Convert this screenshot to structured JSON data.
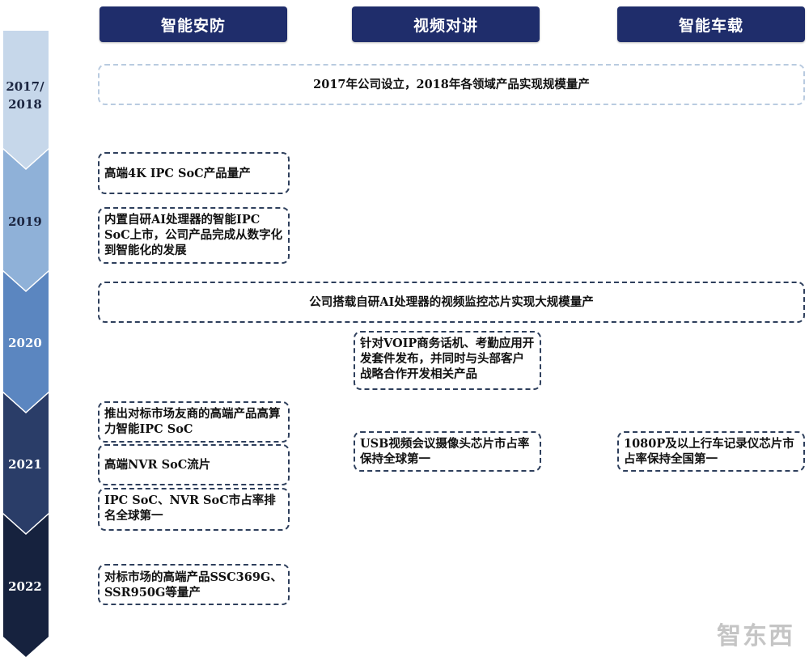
{
  "headers": {
    "col1": "智能安防",
    "col2": "视频对讲",
    "col3": "智能车载"
  },
  "years": {
    "y2017_a": "2017/",
    "y2017_b": "2018",
    "y2019": "2019",
    "y2020": "2020",
    "y2021": "2021",
    "y2022": "2022"
  },
  "milestones": {
    "m2017": "2017年公司设立，2018年各领域产品实现规模量产",
    "sec_4k": "高端4K IPC SoC产品量产",
    "sec_ai_ipc": "内置自研AI处理器的智能IPC SoC上市，公司产品完成从数字化到智能化的发展",
    "m2020": "公司搭载自研AI处理器的视频监控芯片实现大规模量产",
    "voip": "针对VOIP商务话机、考勤应用开发套件发布，并同时与头部客户战略合作开发相关产品",
    "sec_high_ipc": "推出对标市场友商的高端产品高算力智能IPC SoC",
    "sec_nvr": "高端NVR SoC流片",
    "sec_rank": "IPC SoC、NVR SoC市占率排名全球第一",
    "usb": "USB视频会议摄像头芯片市占率保持全球第一",
    "car": "1080P及以上行车记录仪芯片市占率保持全国第一",
    "sec_2022": "对标市场的高端产品SSC369G、SSR950G等量产"
  },
  "colors": {
    "header_bg": "#1f2d6b",
    "box_border": "#2e3f5c",
    "box_border_light": "#b9cbe0",
    "arrow_2017": "#c6d7ea",
    "arrow_2019": "#8fb1d8",
    "arrow_2020": "#5b86c0",
    "arrow_2021": "#2a3d68",
    "arrow_2022": "#16223e"
  },
  "watermark": "智东西"
}
